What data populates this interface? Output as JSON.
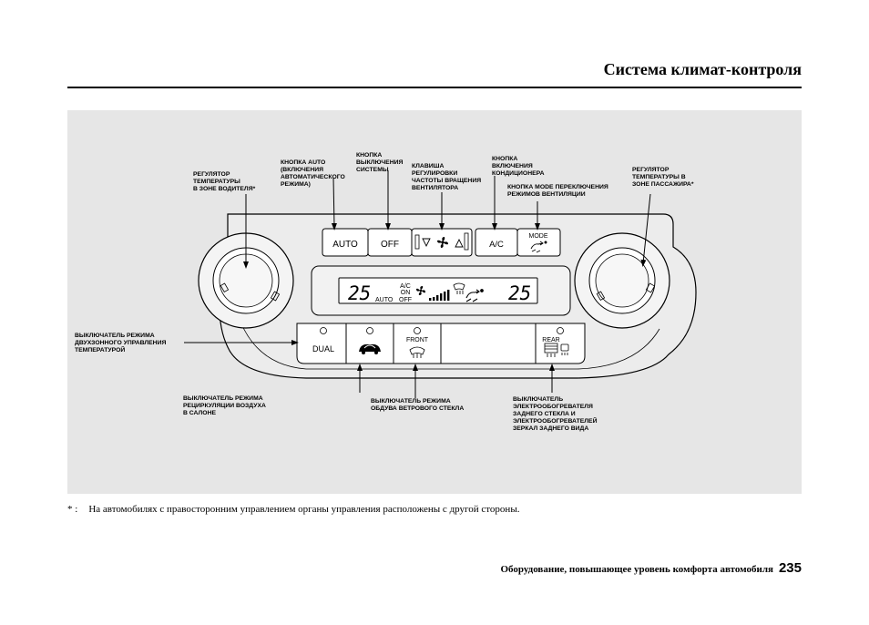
{
  "header": {
    "title": "Система климат-контроля"
  },
  "callouts": {
    "driver_temp": "РЕГУЛЯТОР\nТЕМПЕРАТУРЫ\nВ ЗОНЕ ВОДИТЕЛЯ*",
    "auto_button": "КНОПКА AUTO\n(ВКЛЮЧЕНИЯ\nАВТОМАТИЧЕСКОГО\nРЕЖИМА)",
    "off_button": "КНОПКА\nВЫКЛЮЧЕНИЯ\nСИСТЕМЫ",
    "fan_speed": "КЛАВИША\nРЕГУЛИРОВКИ\nЧАСТОТЫ ВРАЩЕНИЯ\nВЕНТИЛЯТОРА",
    "ac_button": "КНОПКА\nВКЛЮЧЕНИЯ\nКОНДИЦИОНЕРА",
    "mode_button": "КНОПКА MODE ПЕРЕКЛЮЧЕНИЯ\nРЕЖИМОВ ВЕНТИЛЯЦИИ",
    "passenger_temp": "РЕГУЛЯТОР\nТЕМПЕРАТУРЫ В\nЗОНЕ ПАССАЖИРА*",
    "dual_switch": "ВЫКЛЮЧАТЕЛЬ РЕЖИМА\nДВУХЗОННОГО УПРАВЛЕНИЯ\nТЕМПЕРАТУРОЙ",
    "recirc_switch": "ВЫКЛЮЧАТЕЛЬ РЕЖИМА\nРЕЦИРКУЛЯЦИИ ВОЗДУХА\nВ САЛОНЕ",
    "front_defrost": "ВЫКЛЮЧАТЕЛЬ РЕЖИМА\nОБДУВА ВЕТРОВОГО СТЕКЛА",
    "rear_defrost": "ВЫКЛЮЧАТЕЛЬ\nЭЛЕКТРООБОГРЕВАТЕЛЯ\nЗАДНЕГО СТЕКЛА И\nЭЛЕКТРООБОГРЕВАТЕЛЕЙ\nЗЕРКАЛ ЗАДНЕГО ВИДА"
  },
  "panel": {
    "auto_label": "AUTO",
    "off_label": "OFF",
    "ac_label": "A/C",
    "mode_label": "MODE",
    "dual_label": "DUAL",
    "front_label": "FRONT",
    "rear_label": "REAR",
    "display": {
      "left_temp": "25",
      "right_temp": "25",
      "auto_indicator": "AUTO",
      "ac_indicator": "A/C",
      "on_indicator": "ON",
      "off_indicator": "OFF"
    }
  },
  "icons": [
    "fan-icon",
    "fan-down-arrow-icon",
    "fan-up-arrow-icon",
    "mode-vent-icon",
    "recirculation-car-icon",
    "front-defrost-icon",
    "rear-defrost-icon",
    "fan-speed-bars-icon"
  ],
  "footnote": {
    "mark": "* :",
    "text": "На автомобилях с правосторонним управлением органы управления расположены с другой стороны."
  },
  "footer": {
    "section": "Оборудование, повышающее уровень комфорта автомобиля",
    "page": "235"
  }
}
